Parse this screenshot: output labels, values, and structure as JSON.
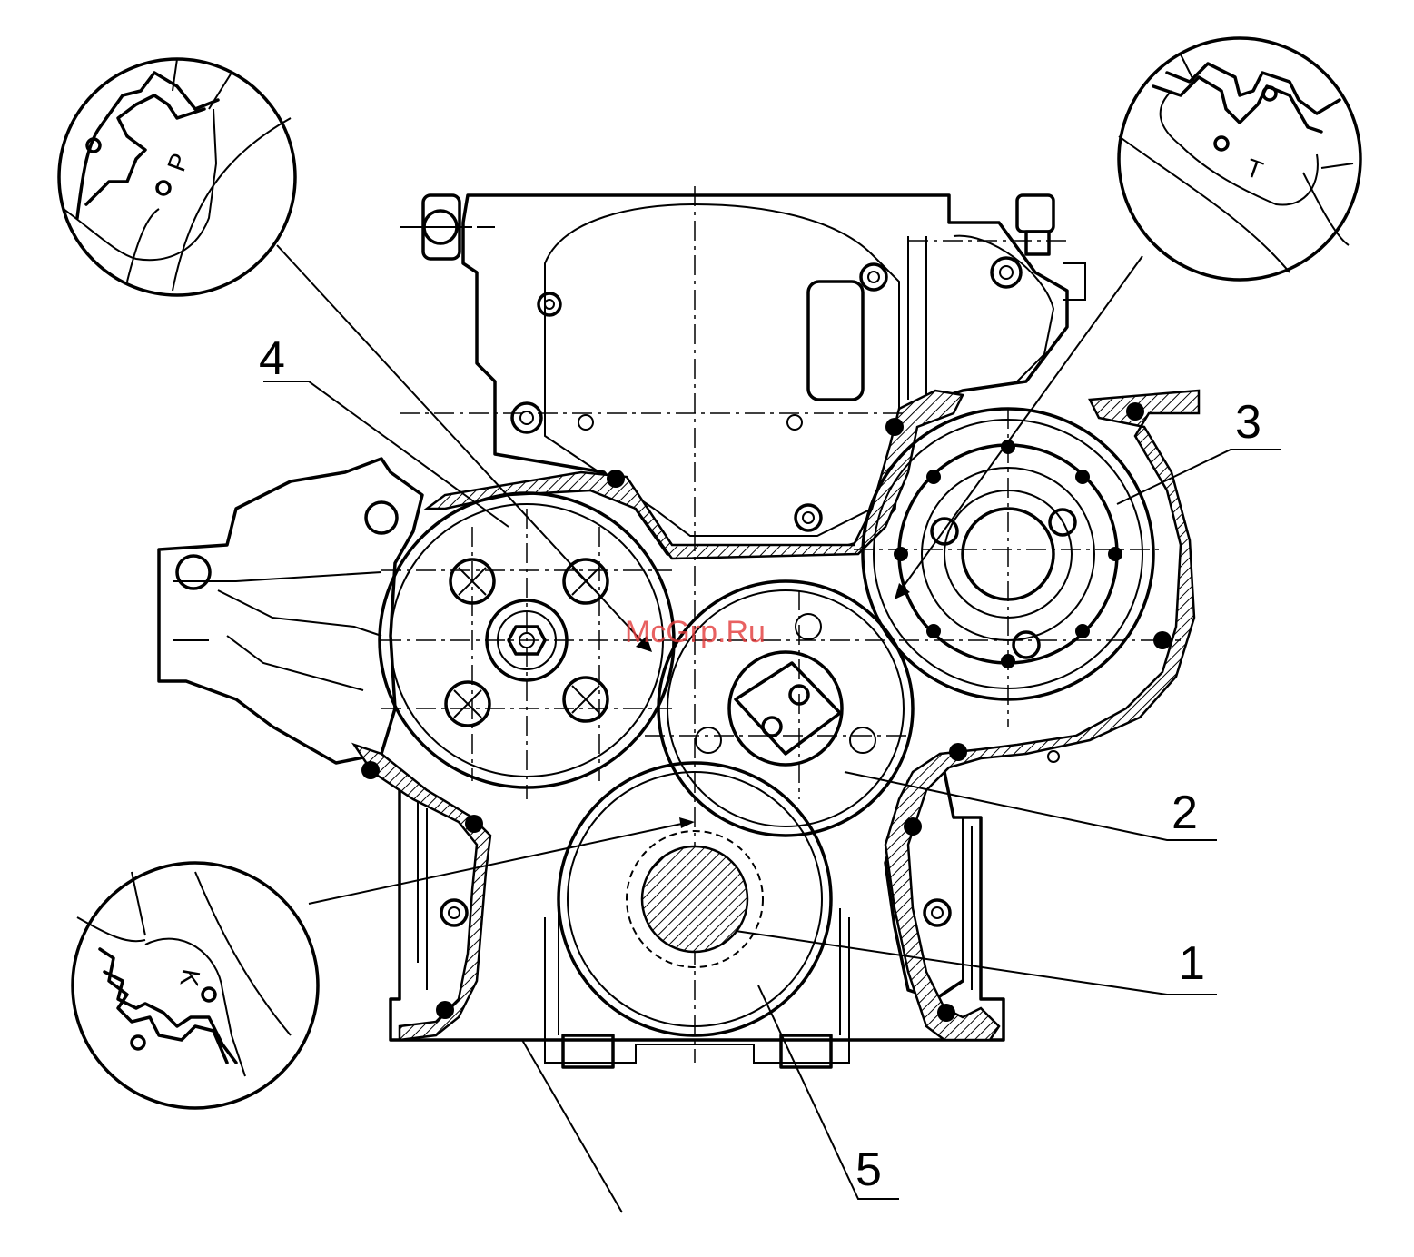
{
  "callouts": {
    "c1": "1",
    "c2": "2",
    "c3": "3",
    "c4": "4",
    "c5": "5"
  },
  "marks": {
    "p": "P",
    "t": "T",
    "k": "K"
  },
  "watermark": "McGrp.Ru",
  "colors": {
    "line": "#000000",
    "watermark": "#e23a3a",
    "background": "#ffffff"
  }
}
